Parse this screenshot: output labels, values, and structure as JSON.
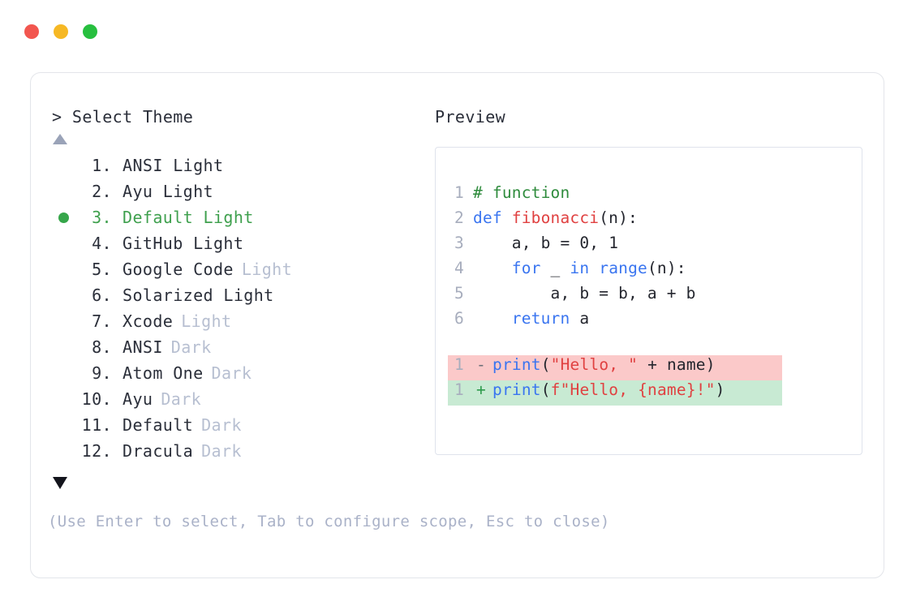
{
  "window": {
    "dots": [
      {
        "name": "close",
        "color": "#f2564f"
      },
      {
        "name": "minimize",
        "color": "#f6b824"
      },
      {
        "name": "maximize",
        "color": "#27bf3f"
      }
    ]
  },
  "picker": {
    "prompt": "> Select Theme",
    "scroll_up_icon": "▲",
    "scroll_down_icon": "▼",
    "selected_index": 3,
    "selected_bullet": "●",
    "items": [
      {
        "index": "1.",
        "name": "ANSI Light",
        "tag": "",
        "selected": false
      },
      {
        "index": "2.",
        "name": "Ayu Light",
        "tag": "",
        "selected": false
      },
      {
        "index": "3.",
        "name": "Default Light",
        "tag": "",
        "selected": true
      },
      {
        "index": "4.",
        "name": "GitHub Light",
        "tag": "",
        "selected": false
      },
      {
        "index": "5.",
        "name": "Google Code",
        "tag": "Light",
        "selected": false
      },
      {
        "index": "6.",
        "name": "Solarized Light",
        "tag": "",
        "selected": false
      },
      {
        "index": "7.",
        "name": "Xcode",
        "tag": "Light",
        "selected": false
      },
      {
        "index": "8.",
        "name": "ANSI",
        "tag": "Dark",
        "selected": false
      },
      {
        "index": "9.",
        "name": "Atom One",
        "tag": "Dark",
        "selected": false
      },
      {
        "index": "10.",
        "name": "Ayu",
        "tag": "Dark",
        "selected": false
      },
      {
        "index": "11.",
        "name": "Default",
        "tag": "Dark",
        "selected": false
      },
      {
        "index": "12.",
        "name": "Dracula",
        "tag": "Dark",
        "selected": false
      }
    ],
    "hint": "(Use Enter to select, Tab to configure scope, Esc to close)"
  },
  "preview": {
    "label": "Preview",
    "code_lines": [
      {
        "ln": "1",
        "tokens": [
          {
            "t": "# function",
            "c": "comment"
          }
        ]
      },
      {
        "ln": "2",
        "tokens": [
          {
            "t": "def ",
            "c": "keyword"
          },
          {
            "t": "fibonacci",
            "c": "func"
          },
          {
            "t": "(n):",
            "c": "plain"
          }
        ]
      },
      {
        "ln": "3",
        "tokens": [
          {
            "t": "    a, b = ",
            "c": "plain"
          },
          {
            "t": "0",
            "c": "number"
          },
          {
            "t": ", ",
            "c": "plain"
          },
          {
            "t": "1",
            "c": "number"
          }
        ]
      },
      {
        "ln": "4",
        "tokens": [
          {
            "t": "    ",
            "c": "plain"
          },
          {
            "t": "for",
            "c": "keyword"
          },
          {
            "t": " _ ",
            "c": "plain"
          },
          {
            "t": "in",
            "c": "keyword"
          },
          {
            "t": " ",
            "c": "plain"
          },
          {
            "t": "range",
            "c": "builtin"
          },
          {
            "t": "(n):",
            "c": "plain"
          }
        ]
      },
      {
        "ln": "5",
        "tokens": [
          {
            "t": "        a, b = b, a + b",
            "c": "plain"
          }
        ]
      },
      {
        "ln": "6",
        "tokens": [
          {
            "t": "    ",
            "c": "plain"
          },
          {
            "t": "return",
            "c": "keyword"
          },
          {
            "t": " a",
            "c": "plain"
          }
        ]
      }
    ],
    "diff_lines": [
      {
        "ln": "1",
        "marker": "-",
        "kind": "del",
        "tokens": [
          {
            "t": "print",
            "c": "builtin"
          },
          {
            "t": "(",
            "c": "plain"
          },
          {
            "t": "\"Hello, \"",
            "c": "string"
          },
          {
            "t": " + name)",
            "c": "plain"
          }
        ]
      },
      {
        "ln": "1",
        "marker": "+",
        "kind": "add",
        "tokens": [
          {
            "t": "print",
            "c": "builtin"
          },
          {
            "t": "(",
            "c": "plain"
          },
          {
            "t": "f\"Hello, {name}!\"",
            "c": "string"
          },
          {
            "t": ")",
            "c": "plain"
          }
        ]
      }
    ]
  },
  "colors": {
    "accent_green": "#3fa04e",
    "bullet_green": "#36a64a",
    "tag_gray": "#b7bfd1",
    "hint_gray": "#aab2c8",
    "text_dark": "#2b2f3a",
    "diff_del_bg": "#fbc9c9",
    "diff_add_bg": "#c8ead3",
    "card_border": "#e3e5ea",
    "preview_border": "#dfe3ec"
  }
}
